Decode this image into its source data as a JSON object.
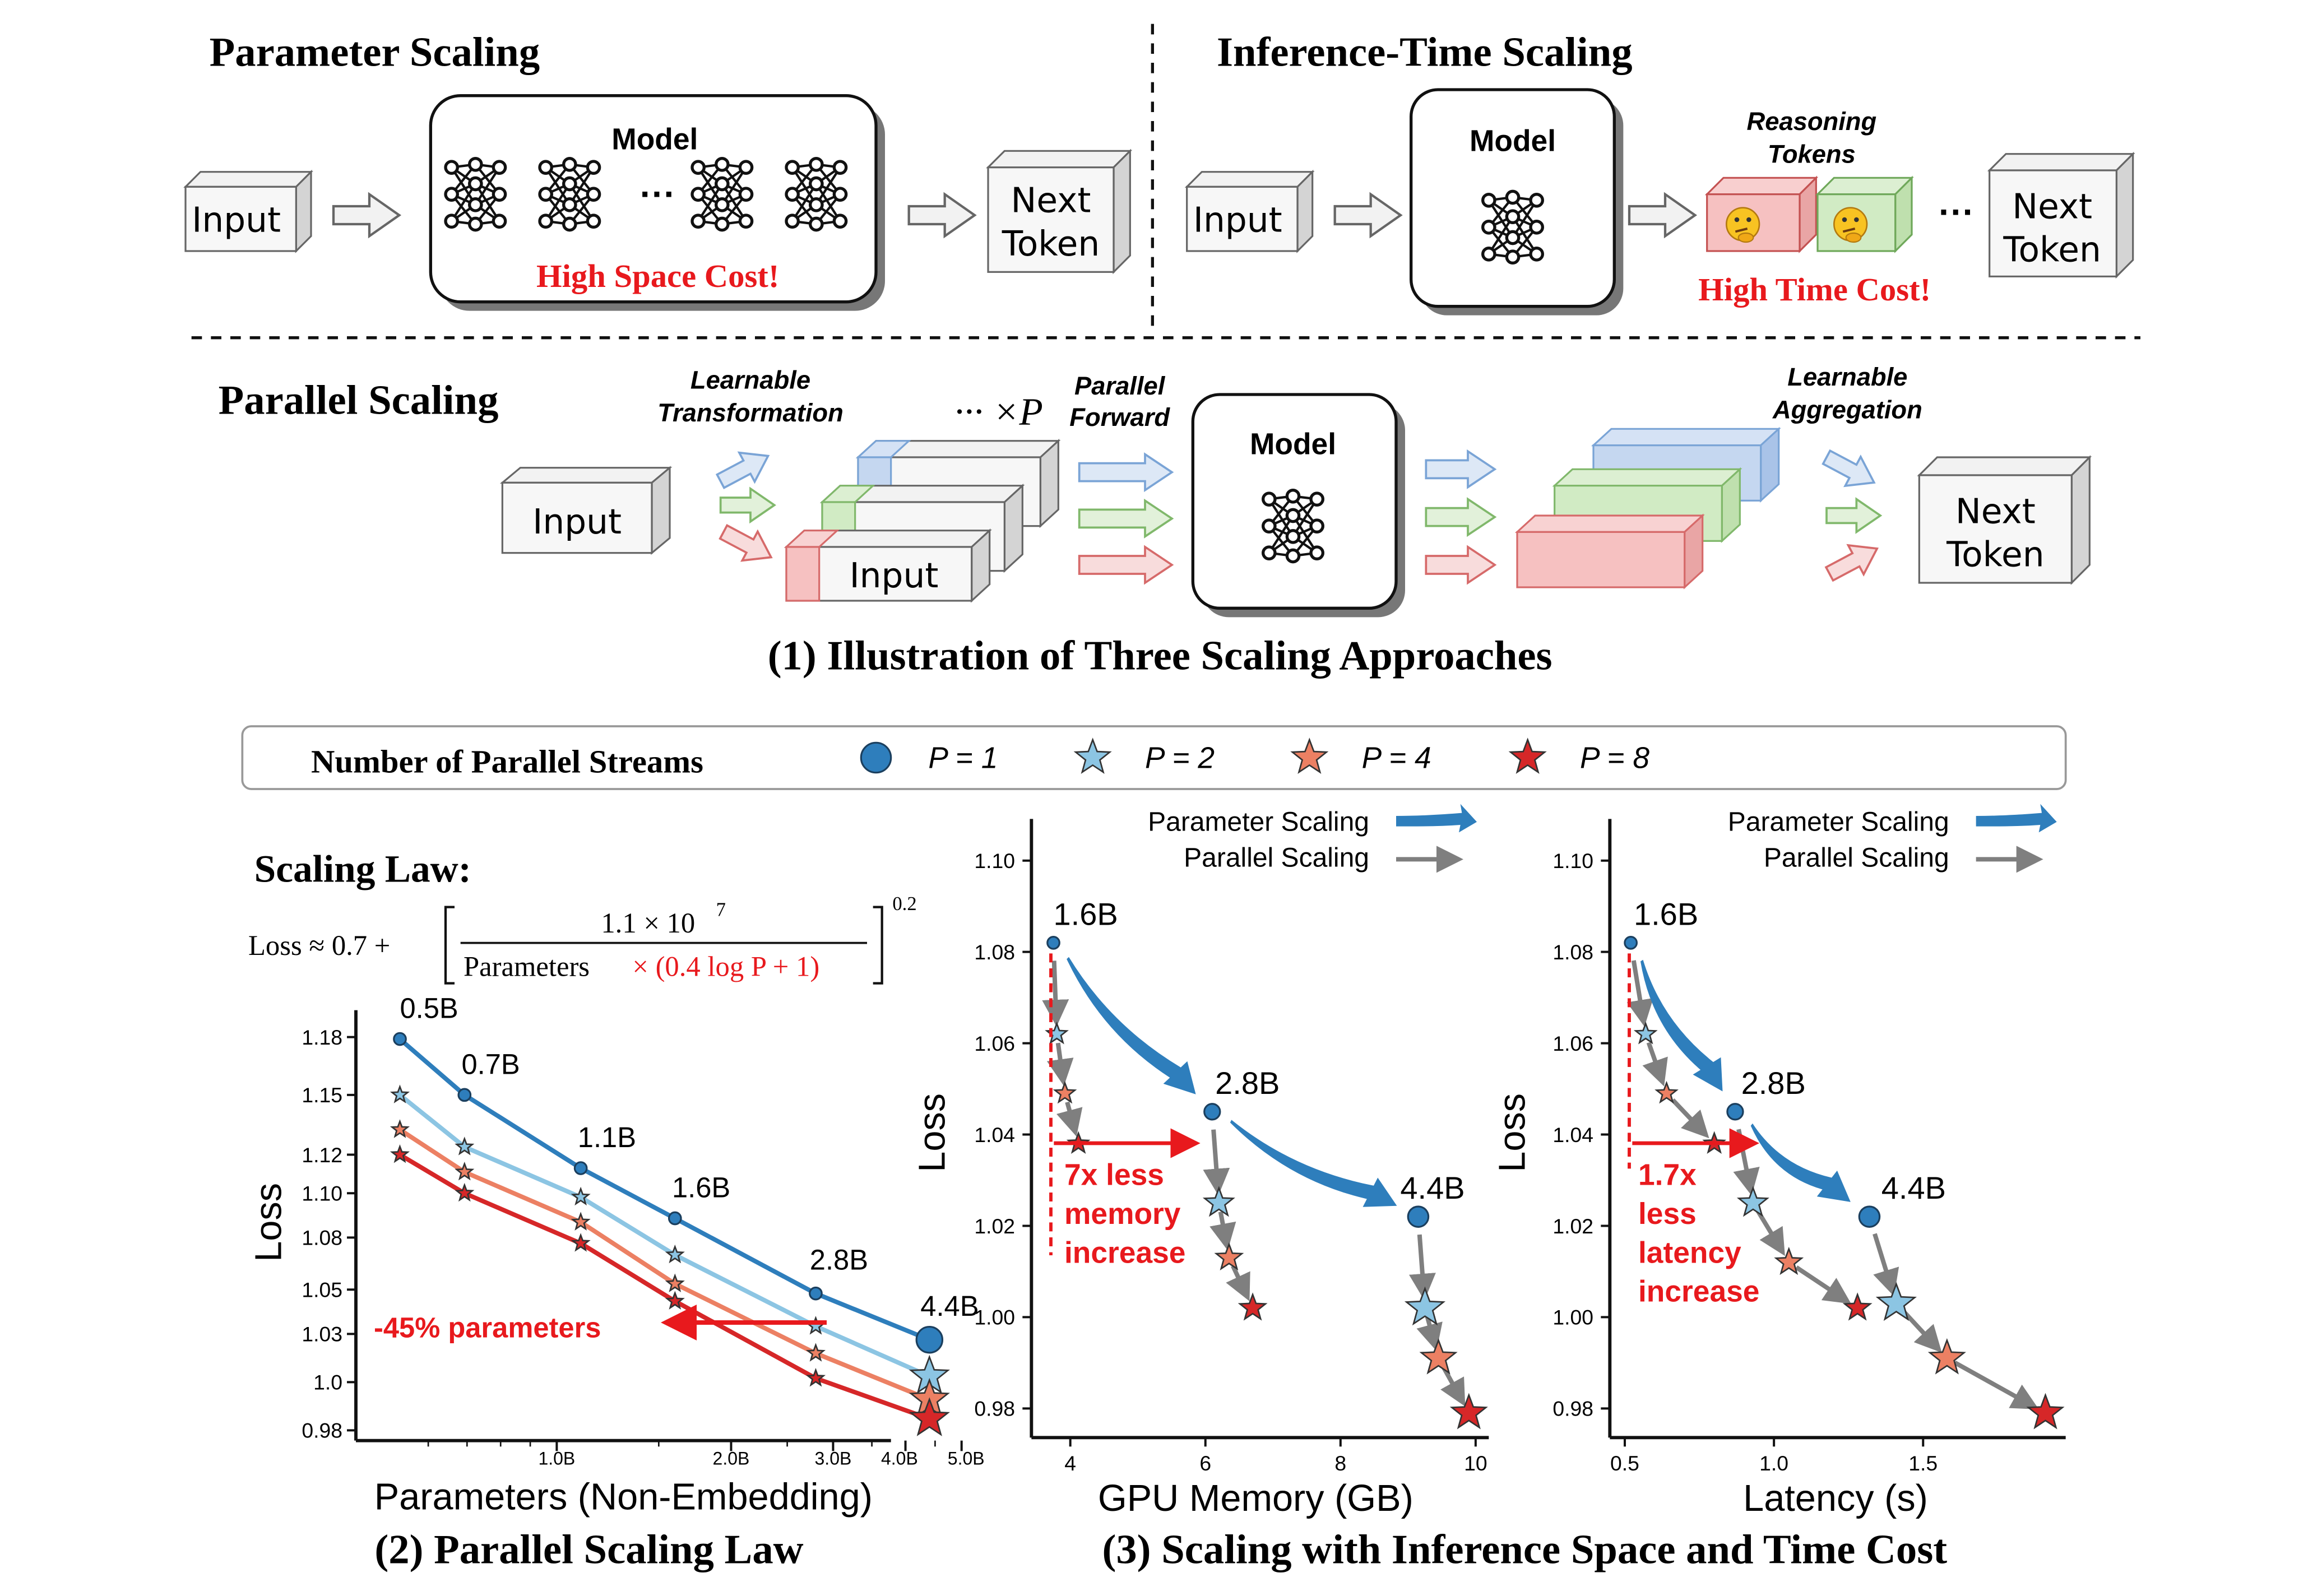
{
  "section_top": {
    "parameter_scaling": {
      "title": "Parameter Scaling",
      "input": "Input",
      "model": "Model",
      "ellipsis": "···",
      "cost": "High Space Cost!",
      "next_token_1": "Next",
      "next_token_2": "Token"
    },
    "inference_time_scaling": {
      "title": "Inference-Time Scaling",
      "input": "Input",
      "model": "Model",
      "reasoning_1": "Reasoning",
      "reasoning_2": "Tokens",
      "ellipsis": "···",
      "cost": "High Time Cost!",
      "next_token_1": "Next",
      "next_token_2": "Token"
    }
  },
  "parallel_scaling": {
    "title": "Parallel Scaling",
    "input": "Input",
    "learnable_transformation_1": "Learnable",
    "learnable_transformation_2": "Transformation",
    "times_p": "··· ×P",
    "stacked_input": "Input",
    "parallel_forward_1": "Parallel",
    "parallel_forward_2": "Forward",
    "model": "Model",
    "learnable_aggregation_1": "Learnable",
    "learnable_aggregation_2": "Aggregation",
    "next_token_1": "Next",
    "next_token_2": "Token"
  },
  "caption_1": "(1) Illustration of Three Scaling Approaches",
  "legend": {
    "title": "Number of Parallel Streams",
    "items": [
      {
        "label": "P = 1",
        "marker": "circle",
        "color": "#2e7ebc"
      },
      {
        "label": "P = 2",
        "marker": "star",
        "color": "#8cc5e3"
      },
      {
        "label": "P = 4",
        "marker": "star",
        "color": "#ec8063"
      },
      {
        "label": "P = 8",
        "marker": "star",
        "color": "#d62728"
      }
    ]
  },
  "scaling_law": {
    "title": "Scaling Law:",
    "loss_prefix": "Loss ≈ 0.7 +",
    "numerator": "1.1 × 10",
    "numerator_exp": "7",
    "denominator_black": "Parameters",
    "denominator_red": "× (0.4 log P + 1)",
    "outer_exp": "0.2"
  },
  "chart_data": [
    {
      "type": "line",
      "xlabel": "Parameters (Non-Embedding)",
      "ylabel": "Loss",
      "x_scale": "log",
      "x_ticks": [
        "1.0B",
        "2.0B",
        "3.0B",
        "4.0B",
        "5.0B"
      ],
      "y_ticks": [
        "0.98",
        "1.0",
        "1.03",
        "1.05",
        "1.08",
        "1.10",
        "1.12",
        "1.15",
        "1.18"
      ],
      "point_labels": [
        "0.5B",
        "0.7B",
        "1.1B",
        "1.6B",
        "2.8B",
        "4.4B"
      ],
      "series": [
        {
          "name": "P = 1",
          "color": "#2e7ebc",
          "x": [
            0.536,
            0.693,
            1.1,
            1.6,
            2.8,
            4.4
          ],
          "y": [
            1.178,
            1.149,
            1.111,
            1.085,
            1.046,
            1.022
          ]
        },
        {
          "name": "P = 2",
          "color": "#8cc5e3",
          "x": [
            0.536,
            0.693,
            1.1,
            1.6,
            2.8,
            4.4
          ],
          "y": [
            1.149,
            1.122,
            1.096,
            1.066,
            1.029,
            1.003
          ]
        },
        {
          "name": "P = 4",
          "color": "#ec8063",
          "x": [
            0.536,
            0.693,
            1.1,
            1.6,
            2.8,
            4.4
          ],
          "y": [
            1.131,
            1.109,
            1.083,
            1.051,
            1.015,
            0.991
          ]
        },
        {
          "name": "P = 8",
          "color": "#d62728",
          "x": [
            0.536,
            0.693,
            1.1,
            1.6,
            2.8,
            4.4
          ],
          "y": [
            1.118,
            1.098,
            1.072,
            1.042,
            1.002,
            0.981
          ]
        }
      ],
      "annotation": "-45% parameters",
      "caption": "(2) Parallel Scaling Law"
    },
    {
      "type": "scatter",
      "xlabel": "GPU Memory (GB)",
      "ylabel": "Loss",
      "xlim": [
        3.6,
        10.2
      ],
      "ylim": [
        0.976,
        1.108
      ],
      "x_ticks": [
        "4",
        "6",
        "8",
        "10"
      ],
      "y_ticks": [
        "0.98",
        "1.00",
        "1.02",
        "1.04",
        "1.06",
        "1.08",
        "1.10"
      ],
      "legend": [
        "Parameter Scaling",
        "Parallel Scaling"
      ],
      "groups": [
        {
          "label": "1.6B",
          "x": [
            3.75,
            3.8,
            3.92,
            4.12
          ],
          "y": [
            1.082,
            1.062,
            1.049,
            1.038
          ]
        },
        {
          "label": "2.8B",
          "x": [
            6.1,
            6.2,
            6.35,
            6.7
          ],
          "y": [
            1.045,
            1.025,
            1.013,
            1.002
          ]
        },
        {
          "label": "4.4B",
          "x": [
            9.15,
            9.25,
            9.45,
            9.9
          ],
          "y": [
            1.022,
            1.002,
            0.991,
            0.979
          ]
        }
      ],
      "annotation": "7x less memory increase"
    },
    {
      "type": "scatter",
      "xlabel": "Latency (s)",
      "ylabel": "Loss",
      "xlim": [
        0.48,
        1.98
      ],
      "ylim": [
        0.976,
        1.108
      ],
      "x_ticks": [
        "0.5",
        "1.0",
        "1.5"
      ],
      "y_ticks": [
        "0.98",
        "1.00",
        "1.02",
        "1.04",
        "1.06",
        "1.08",
        "1.10"
      ],
      "legend": [
        "Parameter Scaling",
        "Parallel Scaling"
      ],
      "groups": [
        {
          "label": "1.6B",
          "x": [
            0.52,
            0.57,
            0.64,
            0.8
          ],
          "y": [
            1.082,
            1.062,
            1.049,
            1.038
          ]
        },
        {
          "label": "2.8B",
          "x": [
            0.87,
            0.93,
            1.05,
            1.28
          ],
          "y": [
            1.045,
            1.025,
            1.012,
            1.002
          ]
        },
        {
          "label": "4.4B",
          "x": [
            1.32,
            1.41,
            1.58,
            1.91
          ],
          "y": [
            1.022,
            1.003,
            0.991,
            0.979
          ]
        }
      ],
      "annotation": "1.7x less latency increase"
    }
  ],
  "caption_3": "(3) Scaling with Inference Space and Time Cost",
  "colors": {
    "red_text": "#e8191d",
    "blue": "#2e7ebc",
    "light_blue": "#8cc5e3",
    "orange": "#ec8063",
    "red": "#d62728",
    "grey_arrow": "#808080"
  }
}
